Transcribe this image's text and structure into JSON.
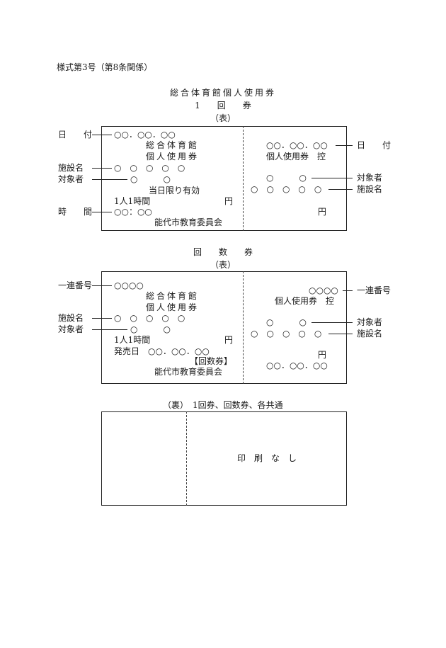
{
  "header": {
    "form_number": "様式第3号（第8条関係）"
  },
  "ticket1": {
    "title": "総合体育館個人使用券",
    "subtitle": "1　　回　　券",
    "side": "（表）",
    "left": {
      "label_date": "日　　付",
      "date_value": "○○．○○．○○",
      "name1": "総合体育館",
      "name2": "個人使用券",
      "label_facility": "施設名",
      "facility_value": "○　○　○　○　○",
      "label_target": "対象者",
      "target_value": "○　　　○",
      "valid_text": "当日限り有効",
      "price_label": "1人1時間",
      "yen": "円",
      "label_time": "時　　間",
      "time_value": "○○：○○",
      "issuer": "能代市教育委員会"
    },
    "right": {
      "date_value": "○○．○○．○○",
      "label_date": "日　　付",
      "stub_name": "個人使用券　控",
      "target_value": "○　　　○",
      "label_target": "対象者",
      "facility_value": "○　○　○　○　○",
      "label_facility": "施設名",
      "yen": "円"
    }
  },
  "ticket2": {
    "subtitle": "回　　数　　券",
    "side": "（表）",
    "left": {
      "label_serial": "一連番号",
      "serial_value": "○○○○",
      "name1": "総合体育館",
      "name2": "個人使用券",
      "label_facility": "施設名",
      "facility_value": "○　○　○　○　○",
      "label_target": "対象者",
      "target_value": "○　　　○",
      "price_label": "1人1時間",
      "yen": "円",
      "issue_date": "発売日　○○．○○．○○",
      "ticket_type": "【回数券】",
      "issuer": "能代市教育委員会"
    },
    "right": {
      "serial_value": "○○○○",
      "label_serial": "一連番号",
      "stub_name": "個人使用券　控",
      "target_value": "○　　　○",
      "label_target": "対象者",
      "facility_value": "○　○　○　○　○",
      "label_facility": "施設名",
      "yen": "円",
      "date_value": "○○．○○．○○"
    }
  },
  "back": {
    "caption": "（裏）　1回券、回数券、各共通",
    "content": "印　刷　な　し"
  }
}
